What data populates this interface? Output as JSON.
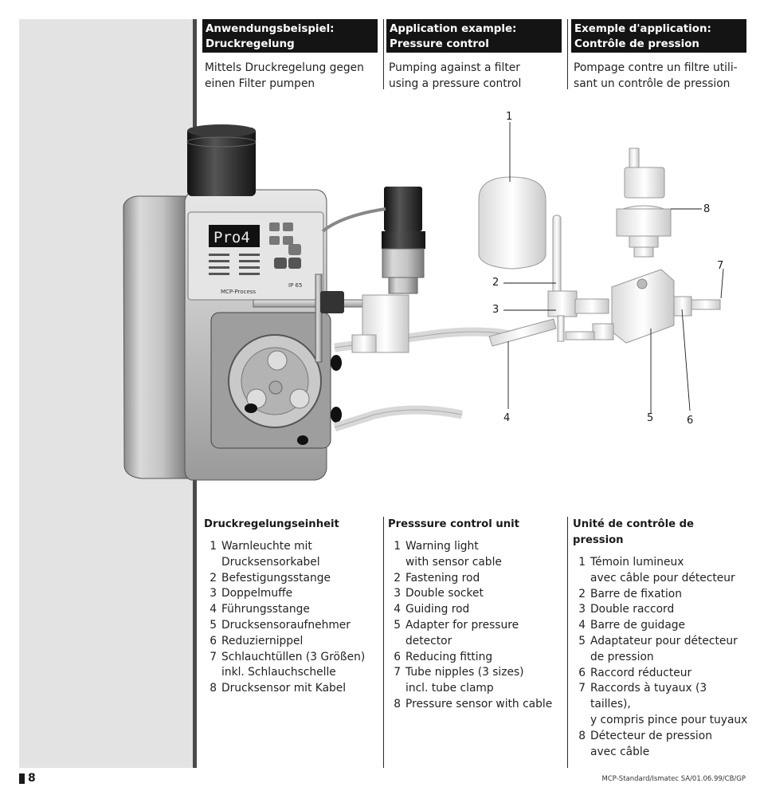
{
  "columns": [
    {
      "header": "Anwendungsbeispiel:\nDruckregelung",
      "header_lines": [
        "Anwendungsbeispiel:",
        "Druckregelung"
      ],
      "intro_lines": [
        "Mittels Druckregelung gegen",
        "einen Filter pumpen"
      ]
    },
    {
      "header_lines": [
        "Application example:",
        "Pressure control"
      ],
      "intro_lines": [
        "Pumping against a filter",
        "using a pressure control"
      ]
    },
    {
      "header_lines": [
        "Exemple d'application:",
        "Contrôle de pression"
      ],
      "intro_lines": [
        "Pompage contre un filtre utili-",
        "sant un contrôle de pression"
      ]
    }
  ],
  "pump_display": "Pro4",
  "pump_model_label": "MCP-Process",
  "pump_ip_label": "IP 65",
  "callout_numbers": [
    "1",
    "2",
    "3",
    "4",
    "5",
    "6",
    "7",
    "8"
  ],
  "sections": [
    {
      "title": "Druckregelungseinheit",
      "items": [
        {
          "n": "1",
          "t": "Warnleuchte mit\nDrucksensorkabel"
        },
        {
          "n": "2",
          "t": "Befestigungsstange"
        },
        {
          "n": "3",
          "t": "Doppelmuffe"
        },
        {
          "n": "4",
          "t": "Führungsstange"
        },
        {
          "n": "5",
          "t": "Drucksensoraufnehmer"
        },
        {
          "n": "6",
          "t": "Reduziernippel"
        },
        {
          "n": "7",
          "t": "Schlauchtüllen (3 Größen)\ninkl. Schlauchschelle"
        },
        {
          "n": "8",
          "t": "Drucksensor mit Kabel"
        }
      ]
    },
    {
      "title": "Presssure control unit",
      "items": [
        {
          "n": "1",
          "t": "Warning light\nwith sensor cable"
        },
        {
          "n": "2",
          "t": "Fastening rod"
        },
        {
          "n": "3",
          "t": "Double socket"
        },
        {
          "n": "4",
          "t": "Guiding rod"
        },
        {
          "n": "5",
          "t": "Adapter for pressure detector"
        },
        {
          "n": "6",
          "t": "Reducing fitting"
        },
        {
          "n": "7",
          "t": "Tube nipples (3 sizes)\nincl. tube clamp"
        },
        {
          "n": "8",
          "t": "Pressure sensor with cable"
        }
      ]
    },
    {
      "title": "Unité de contrôle de pression",
      "items": [
        {
          "n": "1",
          "t": "Témoin lumineux\navec câble pour détecteur"
        },
        {
          "n": "2",
          "t": "Barre de fixation"
        },
        {
          "n": "3",
          "t": "Double raccord"
        },
        {
          "n": "4",
          "t": "Barre de guidage"
        },
        {
          "n": "5",
          "t": "Adaptateur pour détecteur\nde pression"
        },
        {
          "n": "6",
          "t": "Raccord réducteur"
        },
        {
          "n": "7",
          "t": "Raccords à tuyaux (3 tailles),\ny compris pince pour tuyaux"
        },
        {
          "n": "8",
          "t": "Détecteur de pression\navec câble"
        }
      ]
    }
  ],
  "footer": {
    "page_number": "8",
    "reference": "MCP-Standard/Ismatec SA/01.06.99/CB/GP"
  }
}
